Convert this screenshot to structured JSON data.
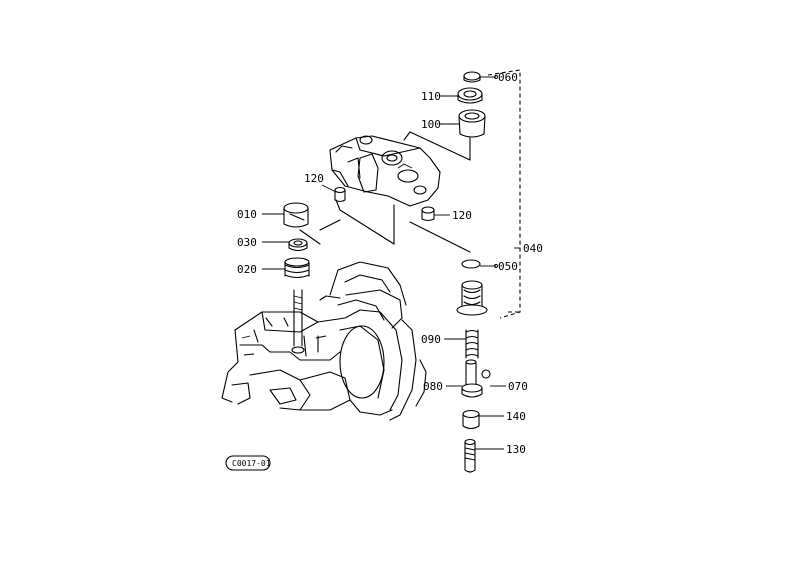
{
  "diagram": {
    "figure_code": "C0017-01",
    "callouts": [
      {
        "id": "c060",
        "label": "060"
      },
      {
        "id": "c110",
        "label": "110"
      },
      {
        "id": "c100",
        "label": "100"
      },
      {
        "id": "c120a",
        "label": "120"
      },
      {
        "id": "c010",
        "label": "010"
      },
      {
        "id": "c120b",
        "label": "120"
      },
      {
        "id": "c030",
        "label": "030"
      },
      {
        "id": "c040",
        "label": "040"
      },
      {
        "id": "c020",
        "label": "020"
      },
      {
        "id": "c050",
        "label": "050"
      },
      {
        "id": "c090",
        "label": "090"
      },
      {
        "id": "c080",
        "label": "080"
      },
      {
        "id": "c070",
        "label": "070"
      },
      {
        "id": "c140",
        "label": "140"
      },
      {
        "id": "c130",
        "label": "130"
      }
    ]
  }
}
